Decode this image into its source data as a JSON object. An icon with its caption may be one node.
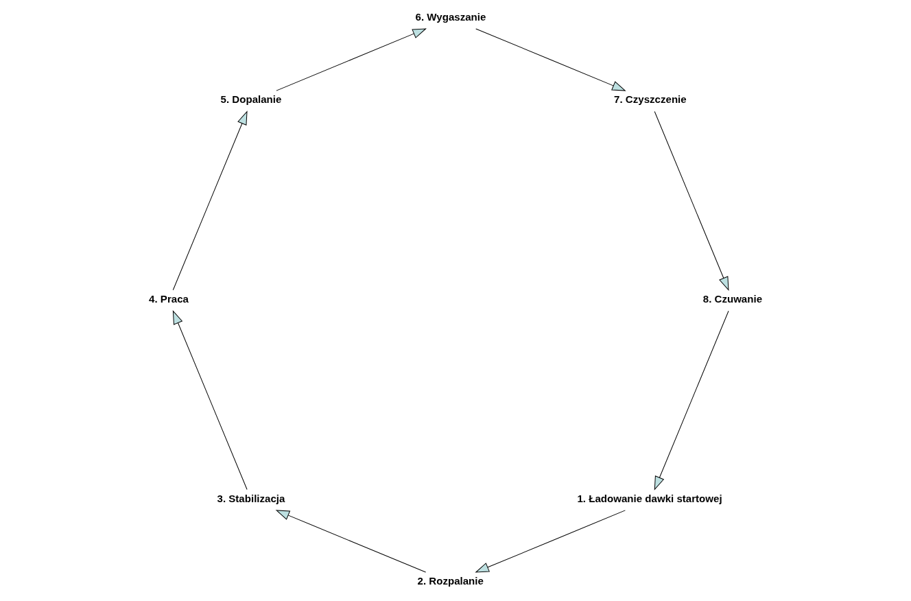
{
  "diagram": {
    "nodes": [
      {
        "text": [
          "1. Ładowanie dawki startowej"
        ]
      },
      {
        "text": [
          "2. Rozpalanie"
        ]
      },
      {
        "text": [
          "3. Stabilizacja"
        ]
      },
      {
        "text": [
          "4. Praca"
        ]
      },
      {
        "text": [
          "5. Dopalanie"
        ]
      },
      {
        "text": [
          "6. Wygaszanie"
        ]
      },
      {
        "text": [
          "7. Czyszczenie"
        ]
      },
      {
        "text": [
          "8. Czuwanie"
        ]
      }
    ],
    "edges": [
      {
        "from": 0,
        "to": 1,
        "arrow": "to"
      },
      {
        "from": 1,
        "to": 2,
        "arrow": "to"
      },
      {
        "from": 2,
        "to": 3,
        "arrow": "to"
      },
      {
        "from": 3,
        "to": 4,
        "arrow": "to"
      },
      {
        "from": 4,
        "to": 5,
        "arrow": "to"
      },
      {
        "from": 5,
        "to": 6,
        "arrow": "to"
      },
      {
        "from": 6,
        "to": 7,
        "arrow": "to"
      },
      {
        "from": 7,
        "to": 0,
        "arrow": "to"
      }
    ]
  }
}
